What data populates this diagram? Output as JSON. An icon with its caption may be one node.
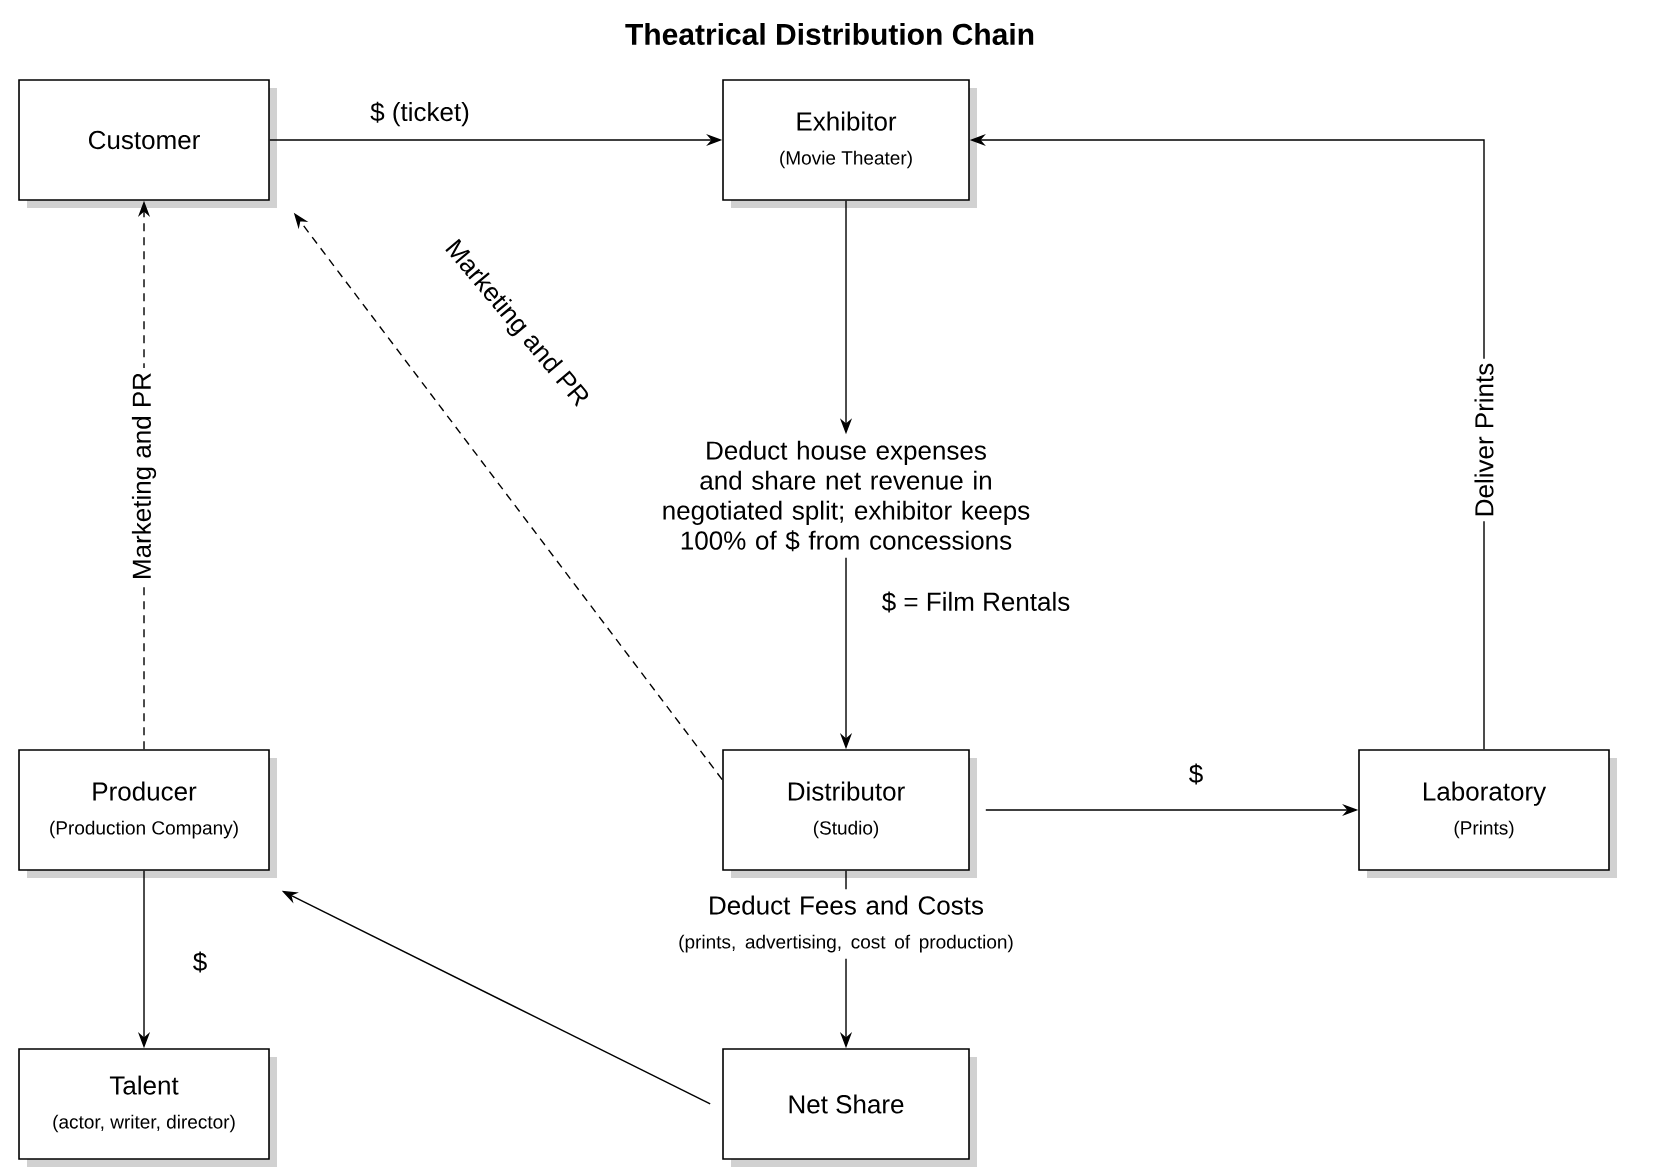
{
  "diagram": {
    "title": "Theatrical Distribution Chain",
    "nodes": [
      {
        "text": [
          "Customer"
        ]
      },
      {
        "text": [
          "Exhibitor",
          "(Movie Theater)"
        ]
      },
      {
        "text": [
          "Deduct house expenses and share net revenue in negotiated split; exhibitor keeps 100% of $ from concessions"
        ]
      },
      {
        "text": [
          "Producer",
          "(Production Company)"
        ]
      },
      {
        "text": [
          "Distributor",
          "(Studio)"
        ]
      },
      {
        "text": [
          "Laboratory",
          "(Prints)"
        ]
      },
      {
        "text": [
          "Deduct Fees and Costs",
          "(prints, advertising, cost of production)"
        ]
      },
      {
        "text": [
          "Talent",
          "(actor, writer, director)"
        ]
      },
      {
        "text": [
          "Net Share"
        ]
      }
    ],
    "edges": [
      {
        "from": 0,
        "to": 1,
        "arrow": "to",
        "label": "$ (ticket)"
      },
      {
        "from": 1,
        "to": 2,
        "arrow": "to"
      },
      {
        "from": 2,
        "to": 4,
        "arrow": "to",
        "label": "$ = Film Rentals"
      },
      {
        "from": 4,
        "to": 5,
        "arrow": "to",
        "label": "$"
      },
      {
        "from": 5,
        "to": 1,
        "arrow": "to",
        "label": "Deliver Prints"
      },
      {
        "from": 3,
        "to": 0,
        "arrow": "to",
        "label": "Marketing and PR",
        "style": "dashed"
      },
      {
        "from": 4,
        "to": 0,
        "arrow": "to",
        "label": "Marketing and PR",
        "style": "dashed"
      },
      {
        "from": 3,
        "to": 7,
        "arrow": "to",
        "label": "$"
      },
      {
        "from": 4,
        "to": 6,
        "arrow": "none"
      },
      {
        "from": 6,
        "to": 8,
        "arrow": "to"
      },
      {
        "from": 8,
        "to": 3,
        "arrow": "to"
      }
    ]
  }
}
